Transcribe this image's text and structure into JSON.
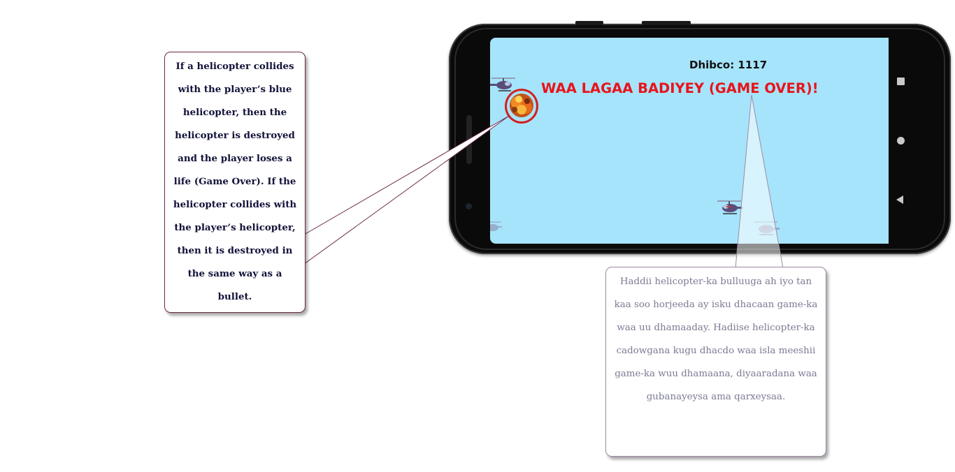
{
  "game": {
    "score_text": "Dhibco: 1117",
    "game_over_text": "WAA LAGAA BADIYEY (GAME OVER)!"
  },
  "callouts": {
    "left_text": "If a helicopter collides with the player’s blue helicopter, then the helicopter is destroyed and the player loses a life (Game Over). If the helicopter collides with the player’s helicopter, then it is destroyed in the same way as a bullet.",
    "right_text": "Haddii helicopter-ka bulluuga ah iyo tan kaa soo horjeeda ay isku dhacaan game-ka waa uu dhamaaday. Hadiise helicopter-ka cadowgana kugu dhacdo waa isla meeshii game-ka wuu dhamaana, diyaaradana waa gubanayeysa ama qarxeysaa."
  },
  "colors": {
    "sky": "#a6e4fb",
    "game_over_red": "#e8141b",
    "highlight_ring": "#d41f1f",
    "phone_body": "#0a0a0a"
  },
  "icons": [
    "enemy-helicopter-icon",
    "explosion-icon",
    "nav-recent-icon",
    "nav-home-icon",
    "nav-back-icon"
  ]
}
